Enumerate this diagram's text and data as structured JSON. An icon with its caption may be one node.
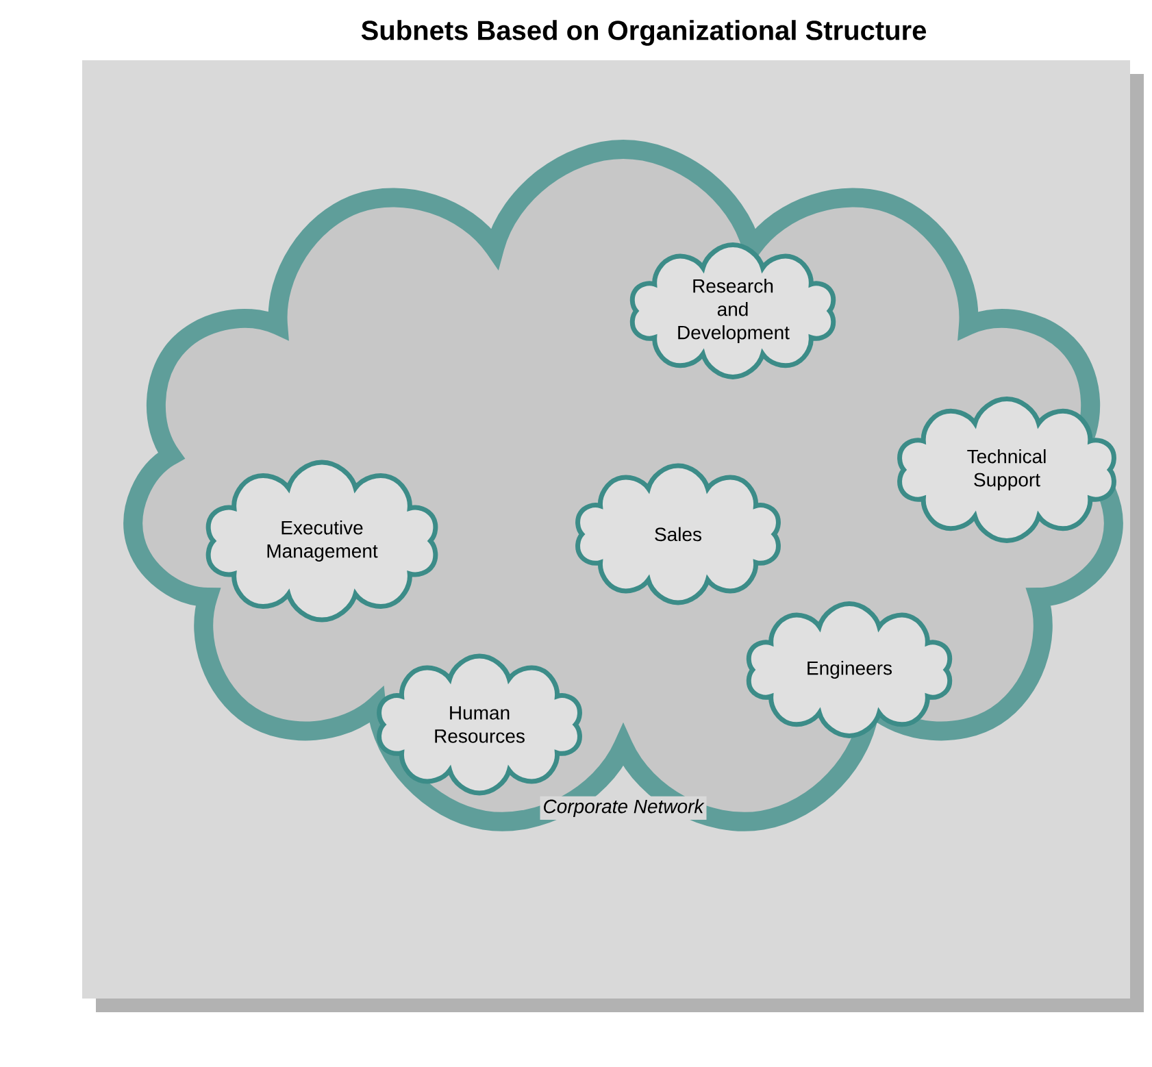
{
  "diagram": {
    "title": "Subnets Based on Organizational Structure",
    "nodes": [
      {
        "text": [
          "Corporate Network"
        ]
      },
      {
        "text": [
          "Research and Development"
        ],
        "in": 0
      },
      {
        "text": [
          "Executive Management"
        ],
        "in": 0
      },
      {
        "text": [
          "Sales"
        ],
        "in": 0
      },
      {
        "text": [
          "Technical Support"
        ],
        "in": 0
      },
      {
        "text": [
          "Human Resources"
        ],
        "in": 0
      },
      {
        "text": [
          "Engineers"
        ],
        "in": 0
      }
    ]
  }
}
